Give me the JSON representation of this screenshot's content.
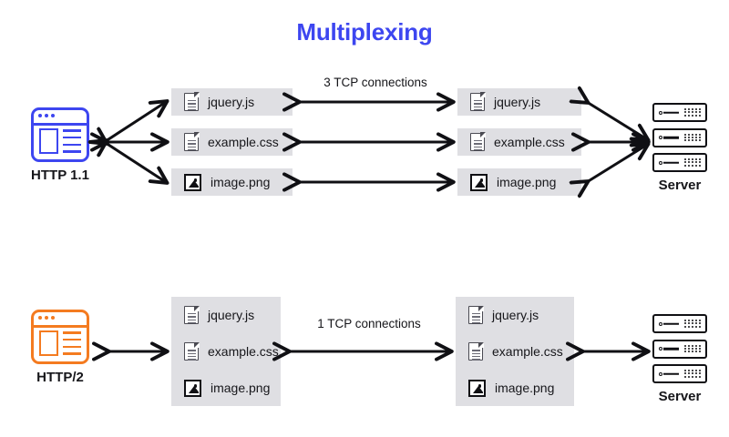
{
  "page": {
    "title": "Multiplexing",
    "accent_color": "#3d46f0",
    "http2_color": "#f47b20",
    "box_fill": "#dfdfe3",
    "arrow_color": "#101014"
  },
  "sections": [
    {
      "id": "http11",
      "protocol_label": "HTTP 1.1",
      "protocol_color": "#3d46f0",
      "connection_label": "3 TCP connections",
      "server_label": "Server",
      "grouping": "separate-boxes",
      "files": [
        {
          "name": "jquery.js",
          "icon": "document-icon"
        },
        {
          "name": "example.css",
          "icon": "document-icon"
        },
        {
          "name": "image.png",
          "icon": "image-icon"
        }
      ],
      "files_right": [
        {
          "name": "jquery.js",
          "icon": "document-icon"
        },
        {
          "name": "example.css",
          "icon": "document-icon"
        },
        {
          "name": "image.png",
          "icon": "image-icon"
        }
      ]
    },
    {
      "id": "http2",
      "protocol_label": "HTTP/2",
      "protocol_color": "#f47b20",
      "connection_label": "1 TCP connections",
      "server_label": "Server",
      "grouping": "single-box",
      "files": [
        {
          "name": "jquery.js",
          "icon": "document-icon"
        },
        {
          "name": "example.css",
          "icon": "document-icon"
        },
        {
          "name": "image.png",
          "icon": "image-icon"
        }
      ],
      "files_right": [
        {
          "name": "jquery.js",
          "icon": "document-icon"
        },
        {
          "name": "example.css",
          "icon": "document-icon"
        },
        {
          "name": "image.png",
          "icon": "image-icon"
        }
      ]
    }
  ]
}
